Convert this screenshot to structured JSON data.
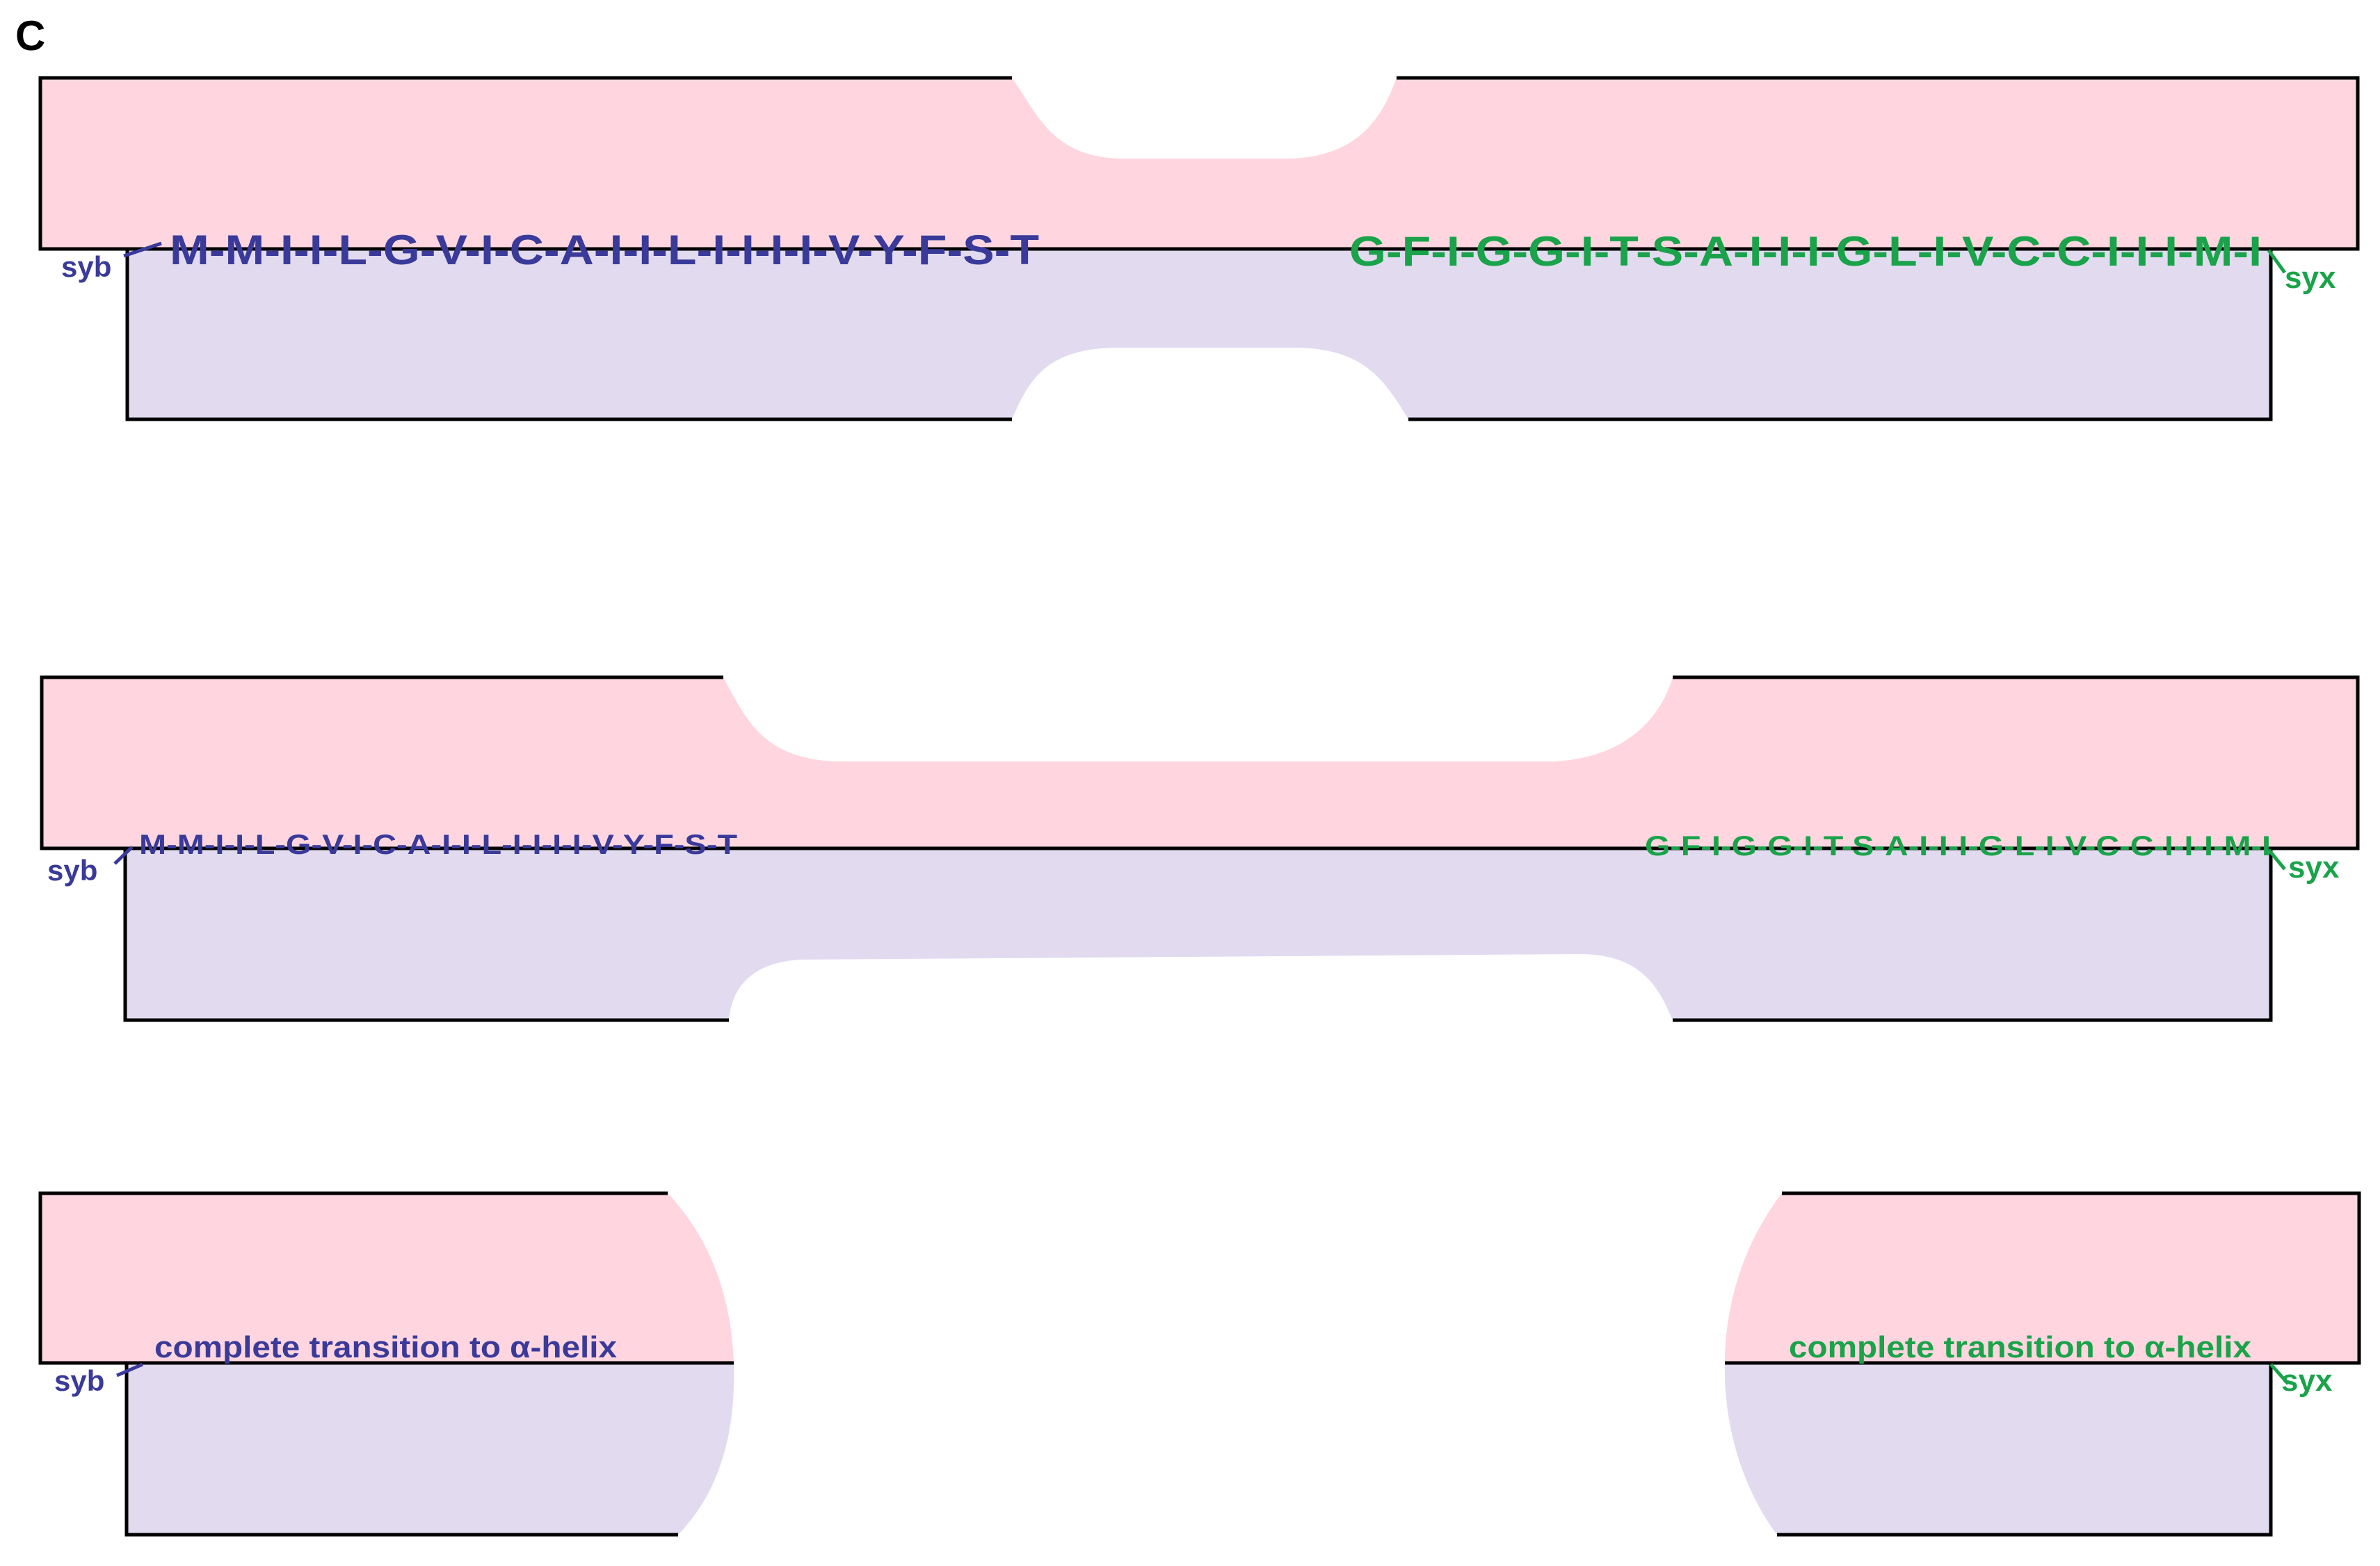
{
  "figure": {
    "panel_label": "C"
  },
  "colors": {
    "upper_membrane": "#ffd6e0",
    "lower_membrane": "#e2dbf0",
    "outline": "#000000",
    "syb": "#3a3a9a",
    "syx": "#1aa34a"
  },
  "stage1": {
    "syb_label": "syb",
    "syb_sequence": "M-M-I-I-L-G-V-I-C-A-I-I-L-I-I-I-I-V-Y-F-S-T",
    "syx_label": "syx",
    "syx_sequence": "G-F-I-G-G-I-T-S-A-I-I-I-G-L-I-V-C-C-I-I-I-M-I"
  },
  "stage2": {
    "syb_label": "syb",
    "syb_sequence": "M-M-I-I-L-G-V-I-C-A-I-I-L-I-I-I-I-V-Y-F-S-T",
    "syx_label": "syx",
    "syx_sequence": "G-F-I-G-G-I-T-S-A-I-I-I-G-L-I-V-C-C-I-I-I-M-I"
  },
  "stage3": {
    "syb_label": "syb",
    "syb_text": "complete transition to α-helix",
    "syx_label": "syx",
    "syx_text": "complete transition to α-helix"
  }
}
